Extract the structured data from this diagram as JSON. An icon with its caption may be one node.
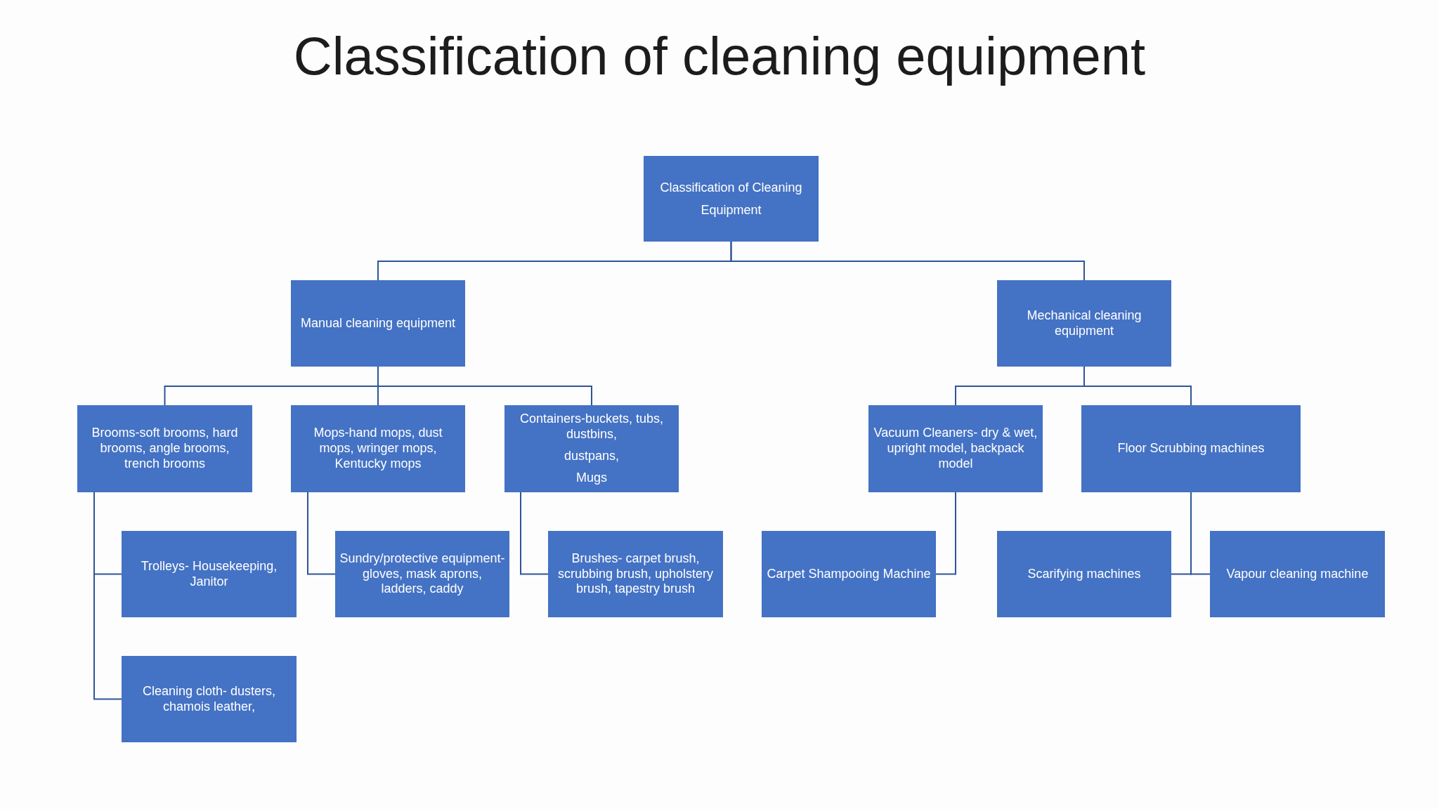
{
  "diagram": {
    "title": "Classification of cleaning equipment",
    "nodes": [
      {
        "text": [
          "Classification of Cleaning Equipment"
        ]
      },
      {
        "text": [
          "Manual cleaning equipment"
        ]
      },
      {
        "text": [
          "Mechanical cleaning equipment"
        ]
      },
      {
        "text": [
          "Brooms-soft brooms, hard brooms, angle brooms, trench brooms"
        ]
      },
      {
        "text": [
          "Mops-hand mops, dust mops, wringer mops, Kentucky mops"
        ]
      },
      {
        "text": [
          "Containers-buckets, tubs, dustbins,",
          "dustpans,",
          "Mugs"
        ]
      },
      {
        "text": [
          "Vacuum Cleaners- dry & wet, upright model, backpack model"
        ]
      },
      {
        "text": [
          "Floor Scrubbing machines"
        ]
      },
      {
        "text": [
          "Trolleys- Housekeeping, Janitor"
        ]
      },
      {
        "text": [
          "Sundry/protective equipment- gloves, mask aprons, ladders, caddy"
        ]
      },
      {
        "text": [
          "Brushes- carpet brush, scrubbing brush, upholstery brush, tapestry brush"
        ]
      },
      {
        "text": [
          "Carpet Shampooing Machine"
        ]
      },
      {
        "text": [
          "Scarifying machines"
        ]
      },
      {
        "text": [
          "Vapour cleaning machine"
        ]
      },
      {
        "text": [
          "Cleaning cloth- dusters, chamois leather,"
        ]
      }
    ],
    "edges": [
      {
        "from": 0,
        "to": 1,
        "arrow": "none"
      },
      {
        "from": 0,
        "to": 2,
        "arrow": "none"
      },
      {
        "from": 1,
        "to": 3,
        "arrow": "none"
      },
      {
        "from": 1,
        "to": 4,
        "arrow": "none"
      },
      {
        "from": 1,
        "to": 5,
        "arrow": "none"
      },
      {
        "from": 2,
        "to": 6,
        "arrow": "none"
      },
      {
        "from": 2,
        "to": 7,
        "arrow": "none"
      },
      {
        "from": 3,
        "to": 8,
        "arrow": "none"
      },
      {
        "from": 3,
        "to": 14,
        "arrow": "none"
      },
      {
        "from": 4,
        "to": 9,
        "arrow": "none"
      },
      {
        "from": 5,
        "to": 10,
        "arrow": "none"
      },
      {
        "from": 6,
        "to": 11,
        "arrow": "none"
      },
      {
        "from": 7,
        "to": 12,
        "arrow": "none"
      },
      {
        "from": 7,
        "to": 13,
        "arrow": "none"
      }
    ]
  }
}
